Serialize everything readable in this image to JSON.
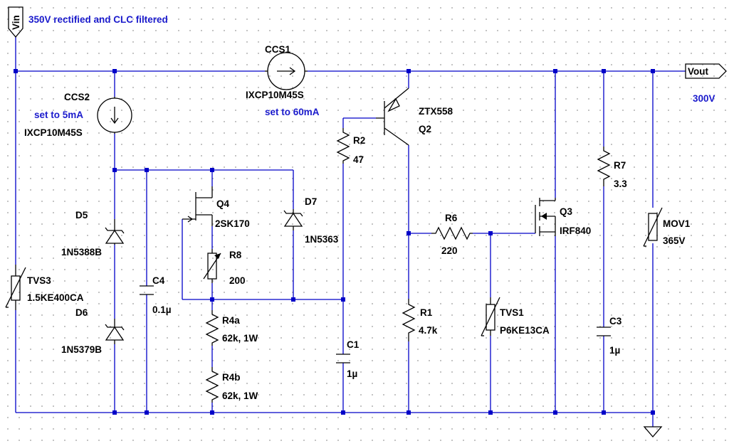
{
  "notes": {
    "vin_note": "350V rectified and CLC filtered",
    "ccs2_set": "set to 5mA",
    "ccs1_set": "set to 60mA",
    "vout_note": "300V"
  },
  "ports": {
    "vin": "Vin",
    "vout": "Vout"
  },
  "components": {
    "ccs1": {
      "name": "CCS1",
      "value": "IXCP10M45S"
    },
    "ccs2": {
      "name": "CCS2",
      "value": "IXCP10M45S"
    },
    "tvs3": {
      "name": "TVS3",
      "value": "1.5KE400CA"
    },
    "d5": {
      "name": "D5",
      "value": "1N5388B"
    },
    "d6": {
      "name": "D6",
      "value": "1N5379B"
    },
    "c4": {
      "name": "C4",
      "value": "0.1µ"
    },
    "q4": {
      "name": "Q4",
      "value": "2SK170"
    },
    "r8": {
      "name": "R8",
      "value": "200"
    },
    "d7": {
      "name": "D7",
      "value": "1N5363"
    },
    "r4a": {
      "name": "R4a",
      "value": "62k, 1W"
    },
    "r4b": {
      "name": "R4b",
      "value": "62k, 1W"
    },
    "r2": {
      "name": "R2",
      "value": "47"
    },
    "c1": {
      "name": "C1",
      "value": "1µ"
    },
    "q2": {
      "name": "Q2",
      "value": "ZTX558"
    },
    "r6": {
      "name": "R6",
      "value": "220"
    },
    "r1": {
      "name": "R1",
      "value": "4.7k"
    },
    "tvs1": {
      "name": "TVS1",
      "value": "P6KE13CA"
    },
    "q3": {
      "name": "Q3",
      "value": "IRF840"
    },
    "r7": {
      "name": "R7",
      "value": "3.3"
    },
    "c3": {
      "name": "C3",
      "value": "1µ"
    },
    "mov1": {
      "name": "MOV1",
      "value": "365V"
    }
  },
  "colors": {
    "wire": "#0000c8",
    "component": "#000000",
    "note": "#1a1acc",
    "grid_dot": "#b8b8b8"
  }
}
